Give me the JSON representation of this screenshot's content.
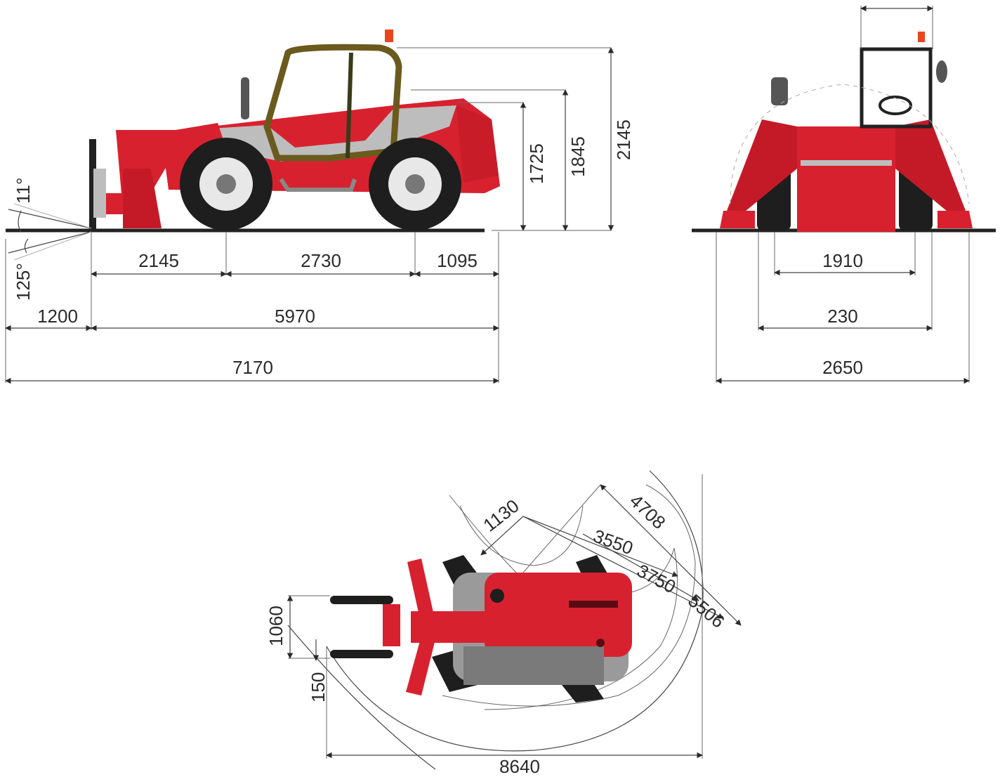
{
  "side_view": {
    "angles": {
      "tilt_up": "11°",
      "tilt_down": "125°"
    },
    "heights": {
      "h1": "1725",
      "h2": "1845",
      "h3": "2145"
    },
    "lengths": {
      "front_overhang": "2145",
      "wheelbase": "2730",
      "rear_overhang": "1095",
      "fork_length": "1200",
      "machine_length": "5970",
      "total_length": "7170"
    }
  },
  "rear_view": {
    "track": "1910",
    "clearance": "230",
    "overall_width": "2650"
  },
  "top_view": {
    "radius_a": "1130",
    "radius_b": "4708",
    "radius_c": "3550",
    "radius_d": "3750",
    "radius_e": "5506",
    "fork_spread": "1060",
    "fork_offset": "150",
    "turning_width": "8640"
  },
  "colors": {
    "body_red": "#d8212f",
    "dark_red": "#a3131f",
    "tyre": "#1e1e1e",
    "grey": "#9a9a9a",
    "cab_frame": "#6b5a1e",
    "line": "#2b2b2b"
  }
}
